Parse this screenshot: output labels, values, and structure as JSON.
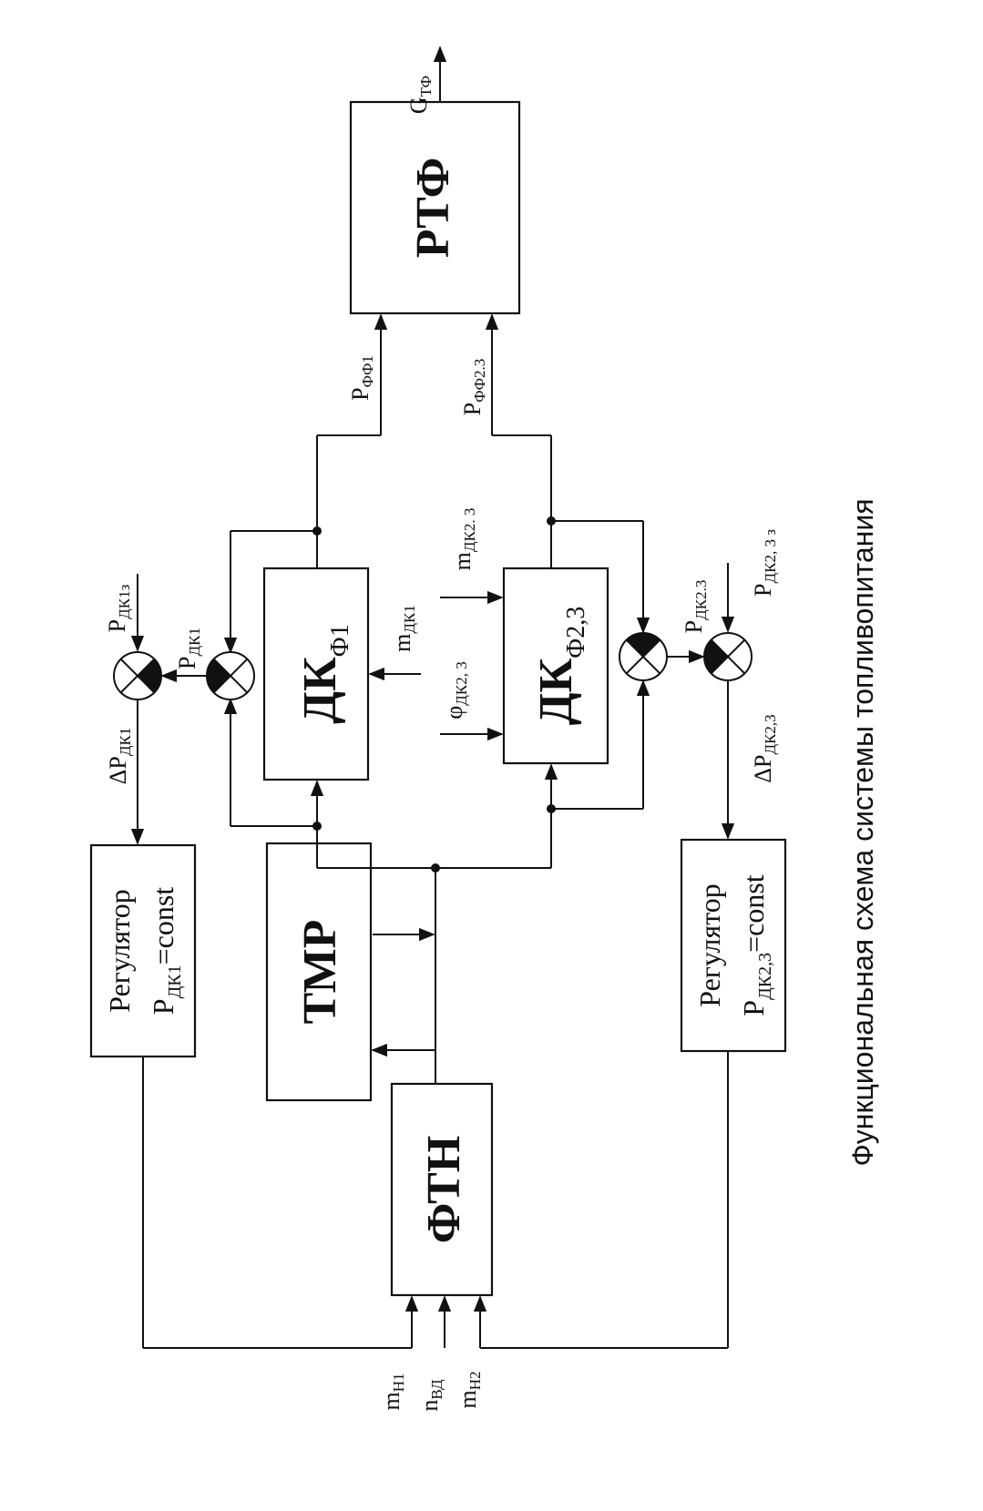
{
  "diagram": {
    "caption": "Функциональная схема системы топливопитания",
    "blocks": {
      "rtf": "РТФ",
      "dkf1_main": "ДК",
      "dkf1_sub": "Ф1",
      "dkf23_main": "ДК",
      "dkf23_sub": "Ф2,3",
      "tmr": "ТМР",
      "ftn": "ФТН",
      "reg1_line1": "Регулятор",
      "reg1_line2_main": "P",
      "reg1_line2_sub": "ДК1",
      "reg1_line2_tail": "=const",
      "reg2_line1": "Регулятор",
      "reg2_line2_main": "P",
      "reg2_line2_sub": "ДК2,3",
      "reg2_line2_tail": "=const"
    },
    "signals": {
      "g_tf_main": "G",
      "g_tf_sub": "ТФ",
      "p_ff1_main": "P",
      "p_ff1_sub": "ФФ1",
      "p_ff23_main": "P",
      "p_ff23_sub": "ФФ2.3",
      "m_dk23_main": "m",
      "m_dk23_sub": "ДК2. 3",
      "m_dk1_main": "m",
      "m_dk1_sub": "ДК1",
      "phi_dk23_main": "φ",
      "phi_dk23_sub": "ДК2, 3",
      "p_dk1z_main": "P",
      "p_dk1z_sub": "ДК1з",
      "p_dk1_main": "P",
      "p_dk1_sub": "ДК1",
      "dp_dk1_main": "ΔP",
      "dp_dk1_sub": "ДК1",
      "p_dk23_main": "P",
      "p_dk23_sub": "ДК2.3",
      "p_dk23z_main": "P",
      "p_dk23z_sub": "ДК2, 3 з",
      "dp_dk23_main": "ΔP",
      "dp_dk23_sub": "ДК2,3",
      "m_n1_main": "m",
      "m_n1_sub": "Н1",
      "n_vd_main": "n",
      "n_vd_sub": "ВД",
      "m_n2_main": "m",
      "m_n2_sub": "Н2"
    }
  }
}
